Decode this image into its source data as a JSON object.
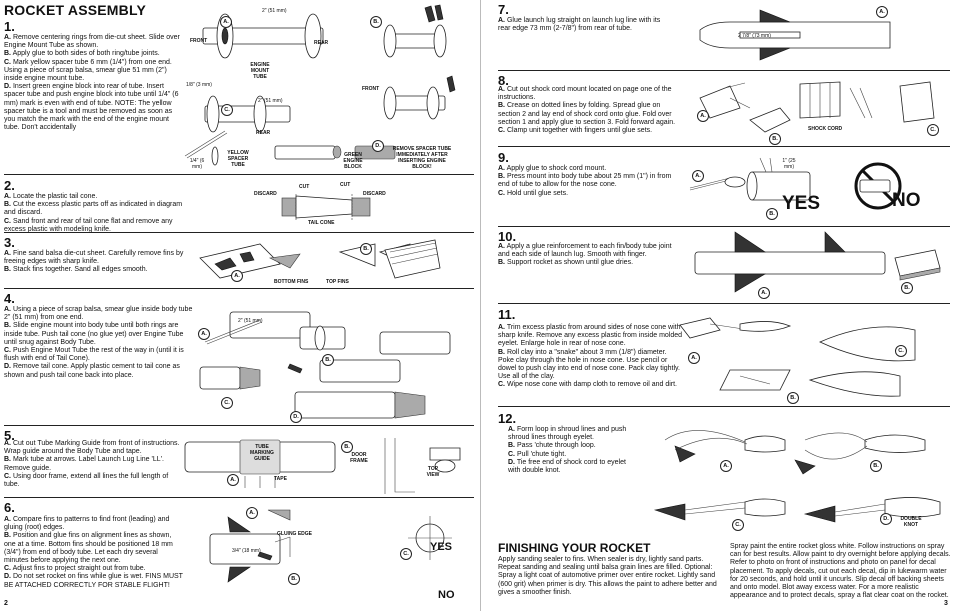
{
  "title": "ROCKET ASSEMBLY",
  "steps": {
    "s1": {
      "num": "1.",
      "items": [
        {
          "k": "A.",
          "t": "Remove centering rings from die-cut sheet. Slide over Engine Mount Tube as shown."
        },
        {
          "k": "B.",
          "t": "Apply glue to both sides of both ring/tube joints."
        },
        {
          "k": "C.",
          "t": "Mark yellow spacer tube 6 mm (1/4\") from one end. Using a piece of scrap balsa, smear glue 51 mm (2\") inside engine mount tube."
        },
        {
          "k": "D.",
          "t": "Insert green engine block into rear of tube. Insert spacer tube and push engine block into tube until 1/4\" (6 mm) mark is even with end of tube. NOTE: The yellow spacer tube is a tool and must be removed as soon as you match the mark with the end of the engine mount tube. Don't accidentally"
        }
      ]
    },
    "s2": {
      "num": "2.",
      "items": [
        {
          "k": "A.",
          "t": "Locate the plastic tail cone."
        },
        {
          "k": "B.",
          "t": "Cut the excess plastic parts off as indicated in diagram and discard."
        },
        {
          "k": "C.",
          "t": "Sand front and rear of tail cone flat and remove any excess plastic with modeling knife."
        }
      ]
    },
    "s3": {
      "num": "3.",
      "items": [
        {
          "k": "A.",
          "t": "Fine sand balsa die-cut sheet. Carefully remove fins by freeing edges with sharp knife."
        },
        {
          "k": "B.",
          "t": "Stack fins together. Sand all edges smooth."
        }
      ]
    },
    "s4": {
      "num": "4.",
      "items": [
        {
          "k": "A.",
          "t": "Using a piece of scrap balsa, smear glue inside body tube 2\" (51 mm) from one end."
        },
        {
          "k": "B.",
          "t": "Slide engine mount into body tube until both rings are inside tube. Push tail cone (no glue yet) over Engine Tube until snug against Body Tube."
        },
        {
          "k": "C.",
          "t": "Push Engine Mout Tube the rest of the way in (until it is flush with end of Tail Cone)."
        },
        {
          "k": "D.",
          "t": "Remove tail cone. Apply plastic cement to tail cone as shown and push tail cone back into place."
        }
      ]
    },
    "s5": {
      "num": "5.",
      "items": [
        {
          "k": "A.",
          "t": "Cut out Tube Marking Guide from front of instructions. Wrap guide around the Body Tube and tape."
        },
        {
          "k": "B.",
          "t": "Mark tube at arrows. Label Launch Lug Line 'LL'. Remove guide."
        },
        {
          "k": "C.",
          "t": "Using door frame, extend all lines the full length of tube."
        }
      ]
    },
    "s6": {
      "num": "6.",
      "items": [
        {
          "k": "A.",
          "t": "Compare fins to patterns to find front (leading) and gluing (root) edges."
        },
        {
          "k": "B.",
          "t": "Position and glue fins on alignment lines as shown, one at a time. Bottom fins should be positioned 18 mm (3/4\") from end of body tube. Let each dry several minutes before applying the next one."
        },
        {
          "k": "C.",
          "t": "Adjust fins to project straight out from tube."
        },
        {
          "k": "D.",
          "t": "Do not set rocket on fins while glue is wet. FINS MUST BE ATTACHED CORRECTLY FOR STABLE FLIGHT!"
        }
      ]
    },
    "s7": {
      "num": "7.",
      "items": [
        {
          "k": "A.",
          "t": "Glue launch lug straight on launch lug line with its rear edge 73 mm (2-7/8\") from rear of tube."
        }
      ]
    },
    "s8": {
      "num": "8.",
      "items": [
        {
          "k": "A.",
          "t": "Cut out shock cord mount located on page one of the instructions."
        },
        {
          "k": "B.",
          "t": "Crease on dotted lines by folding. Spread glue on section 2 and lay end of shock cord onto glue. Fold over section 1 and apply glue to section 3. Fold forward again."
        },
        {
          "k": "C.",
          "t": "Clamp unit together with fingers until glue sets."
        }
      ]
    },
    "s9": {
      "num": "9.",
      "items": [
        {
          "k": "A.",
          "t": "Apply glue to shock cord mount."
        },
        {
          "k": "B.",
          "t": "Press mount into body tube about 25 mm (1\") in from end of tube to allow for the nose cone."
        },
        {
          "k": "C.",
          "t": "Hold until glue sets."
        }
      ]
    },
    "s10": {
      "num": "10.",
      "items": [
        {
          "k": "A.",
          "t": "Apply a glue reinforcement to each fin/body tube joint and each side of launch lug. Smooth with finger."
        },
        {
          "k": "B.",
          "t": "Support rocket as shown until glue dries."
        }
      ]
    },
    "s11": {
      "num": "11.",
      "items": [
        {
          "k": "A.",
          "t": "Trim excess plastic from around sides of nose cone with sharp knife. Remove any excess plastic from inside molded eyelet. Enlarge hole in rear of nose cone."
        },
        {
          "k": "B.",
          "t": "Roll clay into a \"snake\" about 3 mm (1/8\") diameter. Poke clay through the hole in nose cone. Use pencil or dowel to push clay into end of nose cone. Pack clay tightly. Use all of the clay."
        },
        {
          "k": "C.",
          "t": "Wipe nose cone with damp cloth to remove oil and dirt."
        }
      ]
    },
    "s12": {
      "num": "12.",
      "items": [
        {
          "k": "A.",
          "t": "Form loop in shroud lines and push shroud lines through eyelet."
        },
        {
          "k": "B.",
          "t": "Pass 'chute through loop."
        },
        {
          "k": "C.",
          "t": "Pull 'chute tight."
        },
        {
          "k": "D.",
          "t": "Tie free end of shock cord to eyelet with double knot."
        }
      ]
    }
  },
  "finishing": {
    "title": "FINISHING YOUR ROCKET",
    "left": "Apply sanding sealer to fins. When sealer is dry, lightly sand parts. Repeat sanding and sealing until balsa grain lines are filled. Optional: Spray a light coat of automotive primer over entire rocket. Lightly sand (600 grit) when primer is dry. This allows the paint to adhere better and gives a smoother finish.",
    "right": "Spray paint the entire rocket gloss white. Follow instructions on spray can for best results. Allow paint to dry overnight before applying decals. Refer to photo on front of instructions and photo on panel for decal placement. To apply decals, cut out each decal, dip in lukewarm water for 20 seconds, and hold until it uncurls. Slip decal off backing sheets and onto model. Blot away excess water. For a more realistic appearance and to protect decals, spray a flat clear coat on the rocket."
  },
  "labels": {
    "front": "FRONT",
    "rear": "REAR",
    "front2": "FRONT",
    "rear2": "REAR",
    "mm51": "2\" (51 mm)",
    "mm51b": "2\" (51 mm)",
    "mm3": "1/8\" (3 mm)",
    "engine_mount_tube": "ENGINE MOUNT TUBE",
    "mm6": "1/4\" (6 mm)",
    "yellow_spacer": "YELLOW SPACER TUBE",
    "green_block": "GREEN ENGINE BLOCK",
    "remove_spacer": "REMOVE SPACER TUBE IMMEDIATELY AFTER INSERTING ENGINE BLOCK!",
    "discard1": "DISCARD",
    "discard2": "DISCARD",
    "cut1": "CUT",
    "cut2": "CUT",
    "tail_cone": "TAIL CONE",
    "bottom_fins": "BOTTOM FINS",
    "top_fins": "TOP FINS",
    "mm51c": "2\" (51 mm)",
    "tube_marking": "TUBE MARKING GUIDE",
    "tape": "TAPE",
    "door_frame": "DOOR FRAME",
    "top_view": "TOP VIEW",
    "gluing_edge": "GLUING EDGE",
    "mm18": "3/4\" (18 mm)",
    "mm75": "2 7/8\" (73 mm)",
    "shock_cord": "SHOCK CORD",
    "mm25": "1\" (25 mm)",
    "double_knot": "DOUBLE KNOT",
    "yes": "YES",
    "no": "NO",
    "yes2": "YES",
    "no2": "NO"
  },
  "circles": {
    "a": "A.",
    "b": "B.",
    "c": "C.",
    "d": "D."
  },
  "pages": {
    "left": "2",
    "right": "3"
  }
}
